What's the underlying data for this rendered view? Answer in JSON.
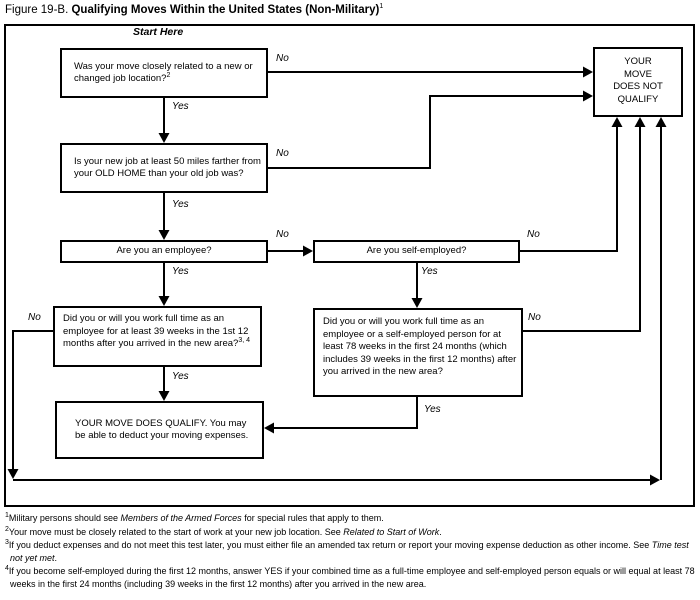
{
  "title": {
    "prefix": "Figure 19-B. ",
    "main": "Qualifying Moves Within the United States (Non-Military)",
    "footnote_ref": "1"
  },
  "flowchart": {
    "start_label": "Start Here",
    "labels": {
      "yes": "Yes",
      "no": "No"
    },
    "boxes": {
      "q1": {
        "text": "Was your move closely related to a new or changed job location?",
        "footnote_ref": "2"
      },
      "not_qualify": {
        "lines": [
          "YOUR",
          "MOVE",
          "DOES NOT",
          "QUALIFY"
        ]
      },
      "q2": {
        "text": "Is your new job at least 50 miles farther from your OLD HOME than your old job was?"
      },
      "q3": {
        "text": "Are you an employee?"
      },
      "q4": {
        "text": "Are you self-employed?"
      },
      "q5": {
        "text": "Did you or will you work full time as an employee for at least 39 weeks in the 1st 12 months after you arrived in the new area?",
        "footnote_ref": "3, 4"
      },
      "q6": {
        "text": "Did you or will you work full time as an employee or a self-employed person for at least 78 weeks in the first 24 months (which includes 39 weeks in the first 12 months) after you arrived in the new area?"
      },
      "qualify": {
        "sentence1": "YOUR MOVE DOES QUALIFY.",
        "sentence2": " You may be able to deduct your moving expenses."
      }
    }
  },
  "footnotes": [
    {
      "marker": "1",
      "pre": "Military persons should see ",
      "italic": "Members of the Armed Forces",
      "post": " for special rules that apply to them."
    },
    {
      "marker": "2",
      "pre": "Your move must be closely related to the start of work at your new job location. See ",
      "italic": "Related to Start of Work",
      "post": "."
    },
    {
      "marker": "3",
      "pre": "If you deduct expenses and do not meet this test later, you must either file an amended tax return or report your moving expense deduction as other income. See ",
      "italic": "Time test not yet met",
      "post": "."
    },
    {
      "marker": "4",
      "pre": "If you become self-employed during the first 12 months, answer YES if your combined time as a full-time employee and self-employed person equals or will equal at least 78 weeks in the first 24 months (including 39 weeks in the first 12 months) after you arrived in the new area.",
      "italic": "",
      "post": ""
    }
  ]
}
